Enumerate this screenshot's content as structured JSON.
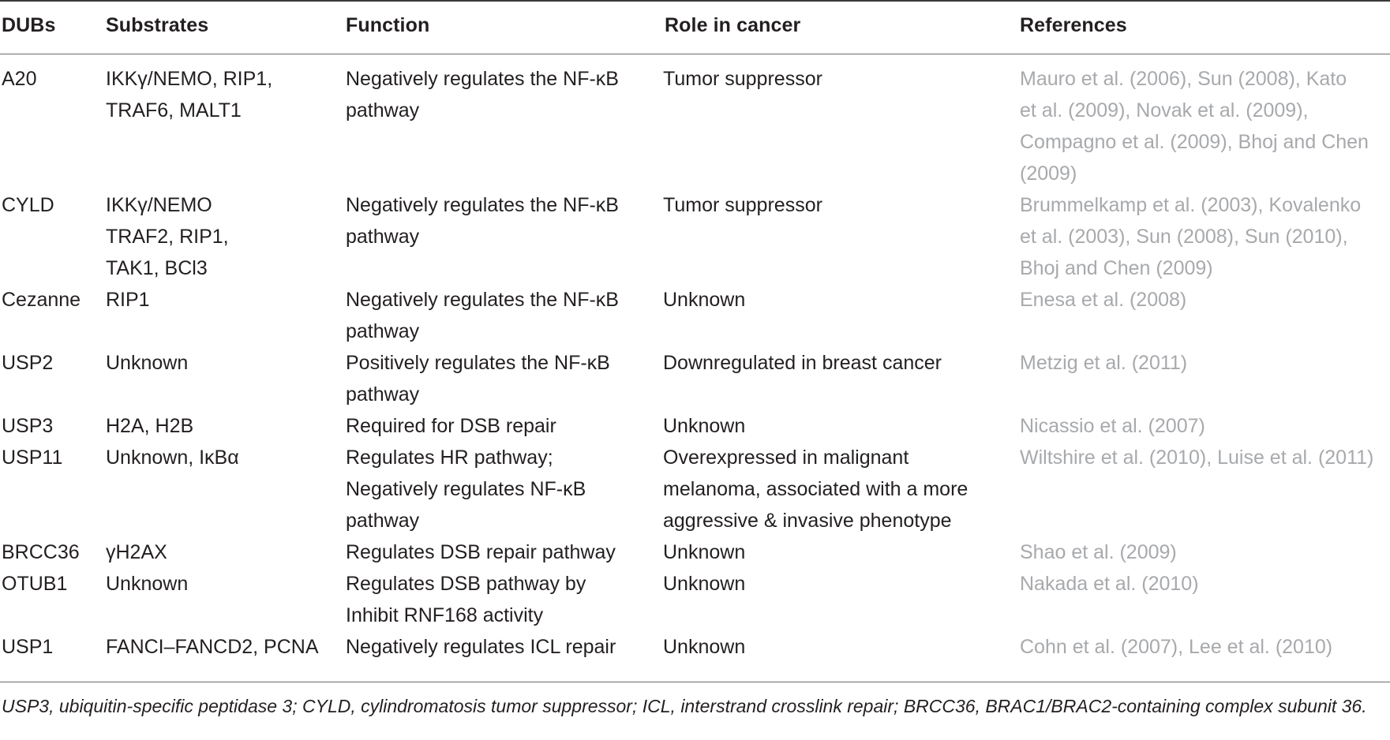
{
  "table": {
    "headers": {
      "dubs": "DUBs",
      "substrates": "Substrates",
      "function": "Function",
      "role": "Role in cancer",
      "references": "References"
    },
    "rows": [
      {
        "dub": "A20",
        "substrates": "IKKγ/NEMO, RIP1,\nTRAF6, MALT1",
        "function": "Negatively regulates the NF-κB\npathway",
        "role": "Tumor suppressor",
        "references": "Mauro et al. (2006), Sun (2008), Kato\net al. (2009), Novak et al. (2009),\nCompagno et al. (2009), Bhoj and Chen\n(2009)"
      },
      {
        "dub": "CYLD",
        "substrates": "IKKγ/NEMO\nTRAF2, RIP1,\nTAK1, BCl3",
        "function": "Negatively regulates the NF-κB\npathway",
        "role": "Tumor suppressor",
        "references": "Brummelkamp et al. (2003), Kovalenko\net al. (2003), Sun (2008), Sun (2010),\nBhoj and Chen (2009)"
      },
      {
        "dub": "Cezanne",
        "substrates": "RIP1",
        "function": "Negatively regulates the NF-κB\npathway",
        "role": "Unknown",
        "references": "Enesa et al. (2008)"
      },
      {
        "dub": "USP2",
        "substrates": "Unknown",
        "function": "Positively regulates the NF-κB\npathway",
        "role": "Downregulated in breast cancer",
        "references": "Metzig et al. (2011)"
      },
      {
        "dub": "USP3",
        "substrates": "H2A, H2B",
        "function": "Required for DSB repair",
        "role": "Unknown",
        "references": "Nicassio et al. (2007)"
      },
      {
        "dub": "USP11",
        "substrates": "Unknown, IκBα",
        "function": "Regulates HR pathway;\nNegatively regulates NF-κB\npathway",
        "role": "Overexpressed in malignant\nmelanoma, associated with a more\naggressive & invasive phenotype",
        "references": "Wiltshire et al. (2010), Luise et al. (2011)"
      },
      {
        "dub": "BRCC36",
        "substrates": "γH2AX",
        "function": "Regulates DSB repair pathway",
        "role": "Unknown",
        "references": "Shao et al. (2009)"
      },
      {
        "dub": "OTUB1",
        "substrates": "Unknown",
        "function": "Regulates DSB pathway by\nInhibit RNF168 activity",
        "role": "Unknown",
        "references": "Nakada et al. (2010)"
      },
      {
        "dub": "USP1",
        "substrates": "FANCI–FANCD2, PCNA",
        "function": "Negatively regulates ICL repair",
        "role": "Unknown",
        "references": "Cohn et al. (2007), Lee et al. (2010)"
      }
    ]
  },
  "footnote": "USP3, ubiquitin-specific peptidase 3; CYLD, cylindromatosis tumor suppressor; ICL, interstrand crosslink repair; BRCC36, BRAC1/BRAC2-containing complex subunit 36."
}
